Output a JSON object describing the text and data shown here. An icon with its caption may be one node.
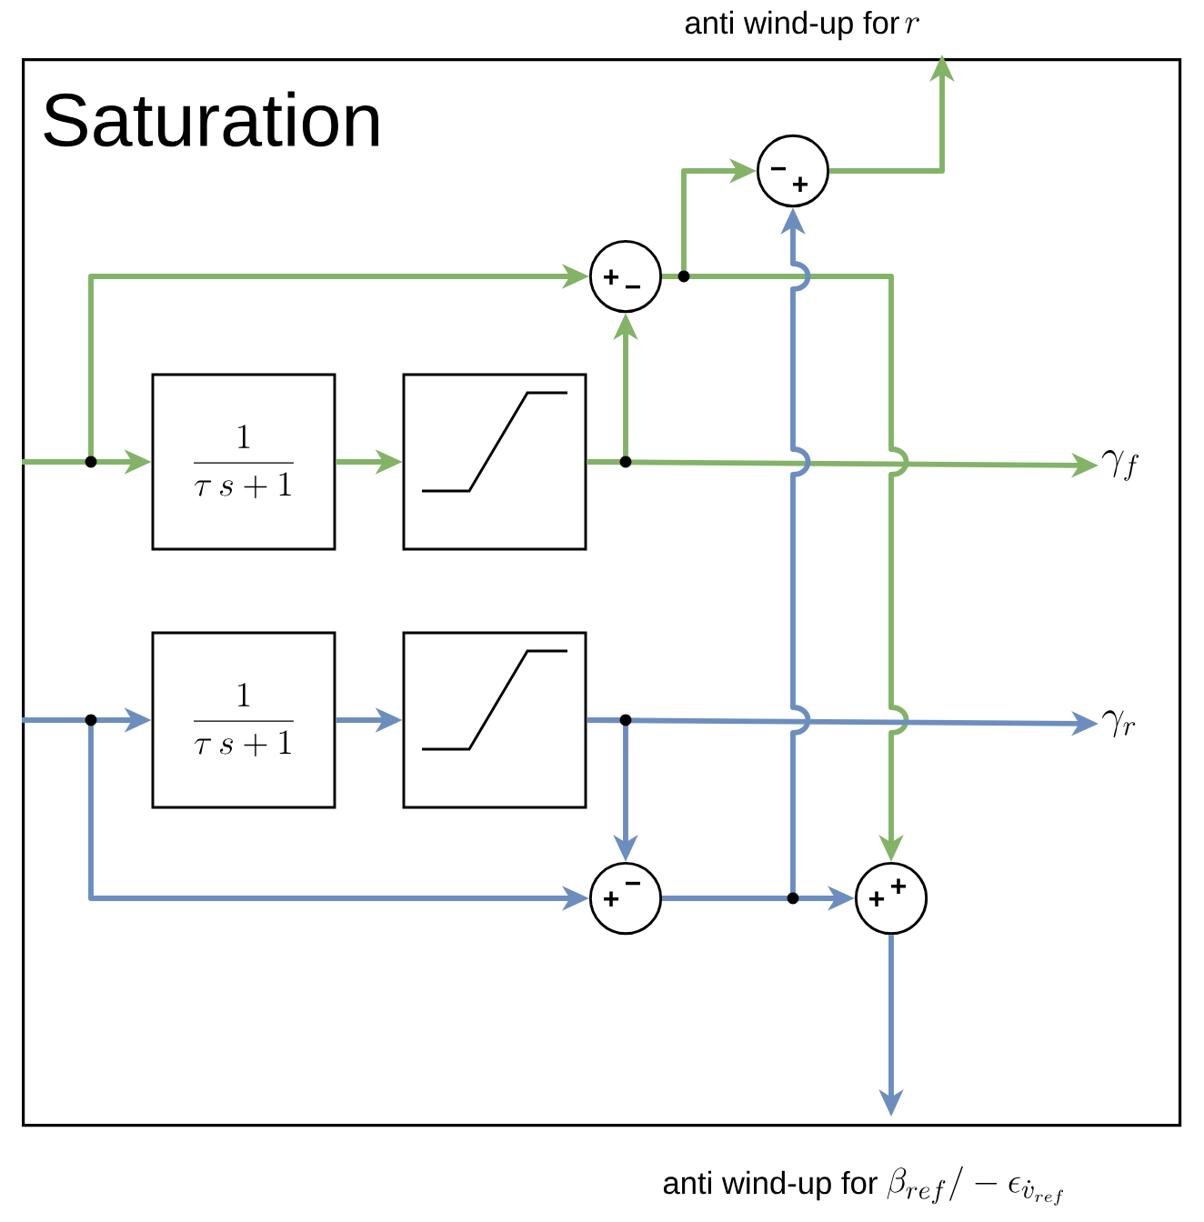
{
  "diagram": {
    "nodes": [
      {
        "text": [
          "Saturation"
        ]
      },
      {
        "text": [
          "\\frac{1}{\\tau\\,s+1}"
        ],
        "in": 0
      },
      {
        "text": [],
        "shape": "box",
        "in": 0
      },
      {
        "text": [
          "\\frac{1}{\\tau\\,s+1}"
        ],
        "in": 0
      },
      {
        "text": [],
        "shape": "box",
        "in": 0
      },
      {
        "text": [
          "+",
          "−"
        ],
        "in": 0
      },
      {
        "text": [
          "−",
          "+"
        ],
        "in": 0
      },
      {
        "text": [
          "+",
          "−"
        ],
        "in": 0
      },
      {
        "text": [
          "+",
          "+"
        ],
        "in": 0
      },
      {
        "text": [
          "\\gamma_f"
        ],
        "in": 0
      },
      {
        "text": [
          "\\gamma_r"
        ],
        "in": 0
      }
    ],
    "edges": [
      {
        "from": null,
        "to": 1,
        "arrow": "to",
        "color": "#82b366"
      },
      {
        "from": null,
        "to": 5,
        "arrow": "to",
        "color": "#82b366"
      },
      {
        "from": 1,
        "to": 2,
        "arrow": "to",
        "color": "#82b366"
      },
      {
        "from": 2,
        "to": 9,
        "arrow": "to",
        "color": "#82b366"
      },
      {
        "from": 2,
        "to": 5,
        "arrow": "to",
        "color": "#82b366"
      },
      {
        "from": 5,
        "to": 6,
        "arrow": "to",
        "color": "#82b366"
      },
      {
        "from": 5,
        "to": 8,
        "arrow": "to",
        "color": "#82b366"
      },
      {
        "from": 6,
        "to": null,
        "arrow": "to",
        "color": "#82b366"
      },
      {
        "from": null,
        "to": 3,
        "arrow": "to",
        "color": "#6c8ebf"
      },
      {
        "from": null,
        "to": 7,
        "arrow": "to",
        "color": "#6c8ebf"
      },
      {
        "from": 3,
        "to": 4,
        "arrow": "to",
        "color": "#6c8ebf"
      },
      {
        "from": 4,
        "to": 10,
        "arrow": "to",
        "color": "#6c8ebf"
      },
      {
        "from": 4,
        "to": 7,
        "arrow": "to",
        "color": "#6c8ebf"
      },
      {
        "from": 7,
        "to": 8,
        "arrow": "to",
        "color": "#6c8ebf"
      },
      {
        "from": 7,
        "to": 6,
        "arrow": "to",
        "color": "#6c8ebf"
      },
      {
        "from": 8,
        "to": null,
        "arrow": "to",
        "color": "#6c8ebf"
      }
    ],
    "labels": [
      "anti wind-up for",
      "r",
      "anti wind-up for",
      "\\beta_{ref}/-\\epsilon_{\\dot{v}_{ref}}"
    ]
  }
}
